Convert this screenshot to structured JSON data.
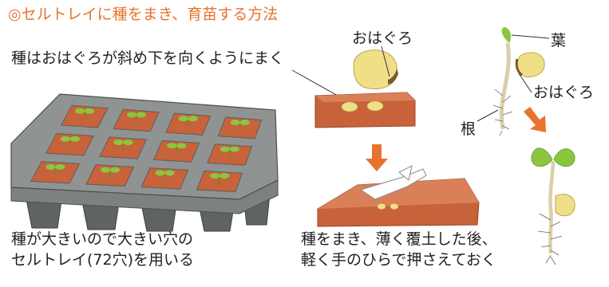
{
  "title": "◎セルトレイに種をまき、育苗する方法",
  "instruction": "種はおはぐろが斜め下を向くようにまく",
  "captions": {
    "tray_line1": "種が大きいので大きい穴の",
    "tray_line2": "セルトレイ(72穴)を用いる",
    "sow_line1": "種をまき、薄く覆土した後、",
    "sow_line2": "軽く手のひらで押さえておく"
  },
  "labels": {
    "seed_ohaguro": "おはぐろ",
    "leaf": "葉",
    "sprout_ohaguro": "おはぐろ",
    "root": "根"
  },
  "colors": {
    "title": "#e8732c",
    "arrow": "#e8732c",
    "tray": "#6f7372",
    "soil": "#c8623a",
    "seed": "#efe088",
    "leaf": "#8cc63f"
  }
}
